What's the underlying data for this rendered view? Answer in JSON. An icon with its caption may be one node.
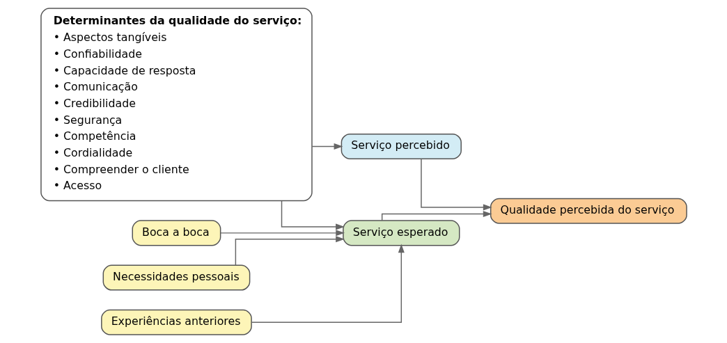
{
  "diagram": {
    "nodes": [
      {
        "text": [
          "Determinantes da qualidade do serviço:",
          "• Aspectos tangíveis",
          "• Confiabilidade",
          "• Capacidade de resposta",
          "• Comunicação",
          "• Credibilidade",
          "• Segurança",
          "• Competência",
          "• Cordialidade",
          "• Compreender o cliente",
          "• Acesso"
        ]
      },
      {
        "text": [
          "Boca a boca"
        ]
      },
      {
        "text": [
          "Necessidades pessoais"
        ]
      },
      {
        "text": [
          "Experiências anteriores"
        ]
      },
      {
        "text": [
          "Serviço esperado"
        ]
      },
      {
        "text": [
          "Serviço percebido"
        ]
      },
      {
        "text": [
          "Qualidade percebida do serviço"
        ]
      }
    ],
    "edges": [
      {
        "from": 1,
        "to": 4,
        "arrow": "to"
      },
      {
        "from": 2,
        "to": 4,
        "arrow": "to"
      },
      {
        "from": 3,
        "to": 4,
        "arrow": "to"
      },
      {
        "from": 0,
        "to": 4,
        "arrow": "to"
      },
      {
        "from": 0,
        "to": 5,
        "arrow": "to"
      },
      {
        "from": 4,
        "to": 6,
        "arrow": "to"
      },
      {
        "from": 5,
        "to": 6,
        "arrow": "to"
      }
    ]
  }
}
